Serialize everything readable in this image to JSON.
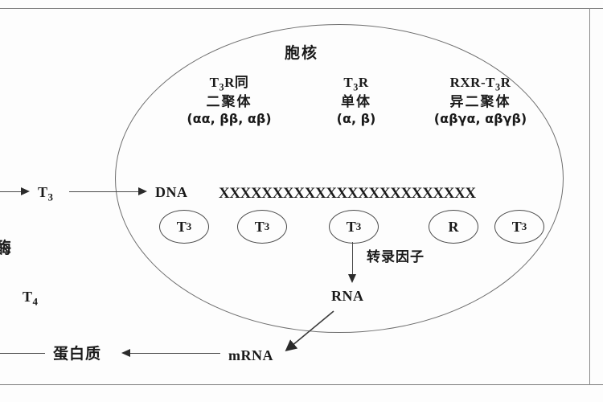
{
  "figure": {
    "nucleus_title": "胞核",
    "columns": [
      {
        "id": "homodimer",
        "line1_pre": "T",
        "line1_sub": "3",
        "line1_post": "R同",
        "line2": "二聚体",
        "line3": "(αα, ββ, αβ)"
      },
      {
        "id": "monomer",
        "line1_pre": "T",
        "line1_sub": "3",
        "line1_post": "R",
        "line2": "单体",
        "line3": "(α, β)"
      },
      {
        "id": "heterodimer",
        "line1_pre": "RXR-T",
        "line1_sub": "3",
        "line1_post": "R",
        "line2": "异二聚体",
        "line3": "(αβγα, αβγβ)"
      }
    ],
    "dna_label": "DNA",
    "dna_strand": "XXXXXXXXXXXXXXXXXXXXXXXX",
    "ovals": [
      {
        "label_pre": "T",
        "label_sub": "3"
      },
      {
        "label_pre": "T",
        "label_sub": "3"
      },
      {
        "label_pre": "T",
        "label_sub": "3"
      },
      {
        "label_pre": "R",
        "label_sub": ""
      },
      {
        "label_pre": "T",
        "label_sub": "3"
      }
    ],
    "transcription_factor": "转录因子",
    "rna_label": "RNA",
    "mrna_label": "mRNA",
    "protein_label": "蛋白质",
    "cytoplasm_t3": {
      "pre": "T",
      "sub": "3"
    },
    "cytoplasm_t4": {
      "pre": "T",
      "sub": "4"
    },
    "enzyme_label": "酶",
    "colors": {
      "background": "#fdfdfd",
      "line": "#4a4a4a",
      "nucleus_border": "#6e6e6e",
      "frame": "#7b7b7b",
      "text": "#1a1a1a"
    }
  }
}
